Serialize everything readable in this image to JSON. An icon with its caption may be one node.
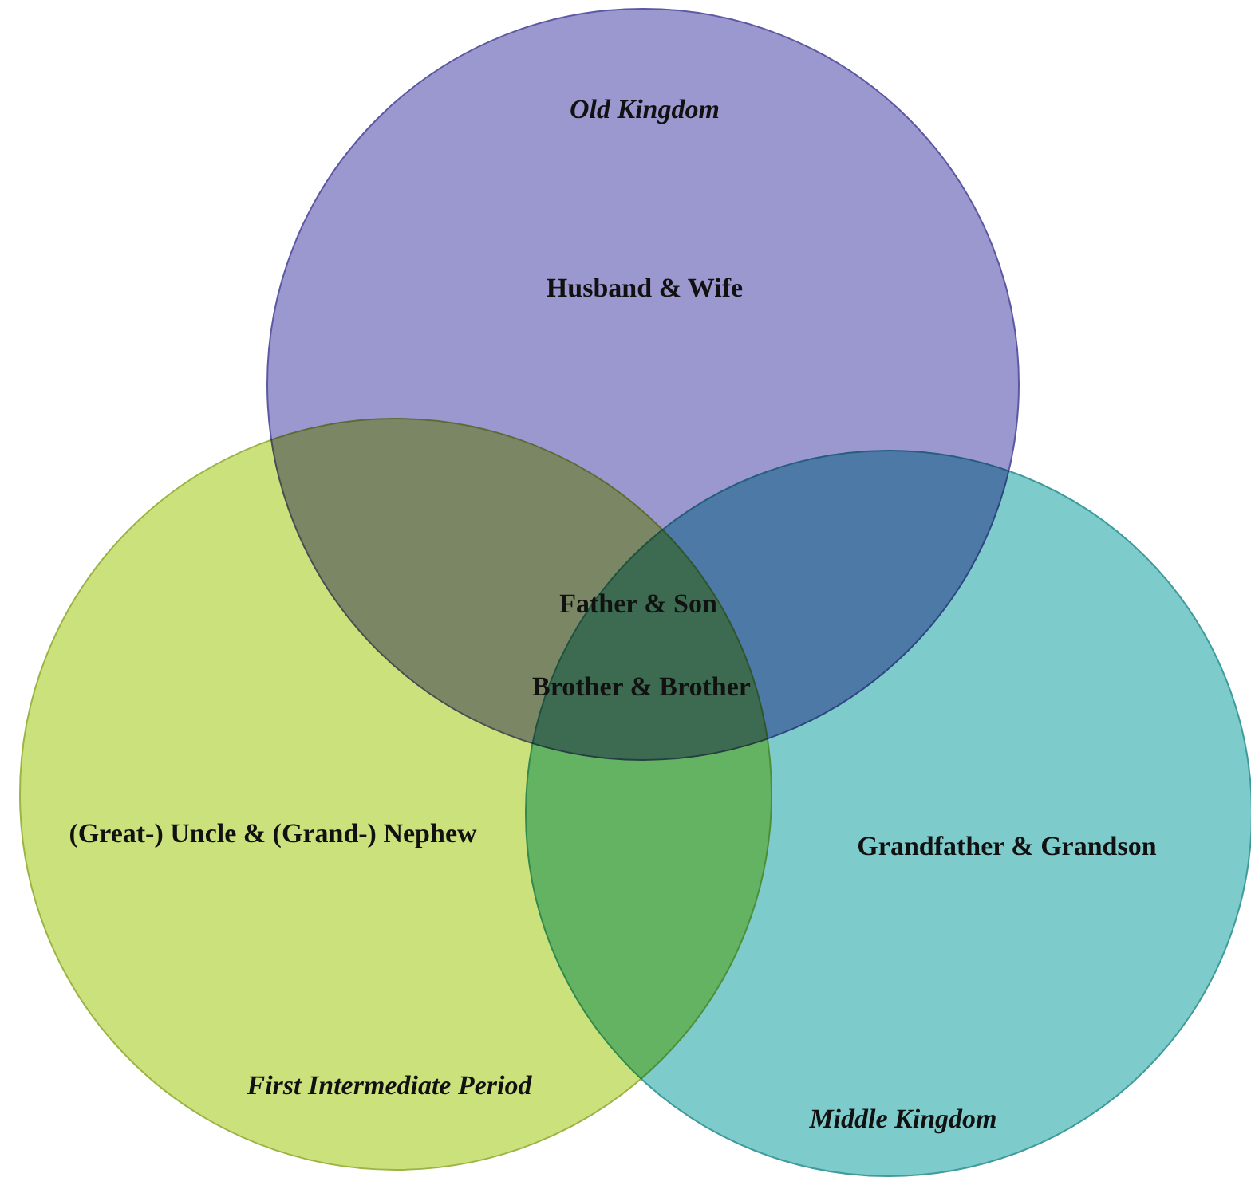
{
  "diagram": {
    "nodes": [
      {
        "text": [
          "Old Kingdom",
          "Husband & Wife"
        ]
      },
      {
        "text": [
          "(Great-) Uncle & (Grand-) Nephew",
          "First Intermediate Period"
        ]
      },
      {
        "text": [
          "Grandfather & Grandson",
          "Middle Kingdom"
        ]
      }
    ],
    "labels": [
      "Father & Son",
      "Brother & Brother"
    ]
  }
}
